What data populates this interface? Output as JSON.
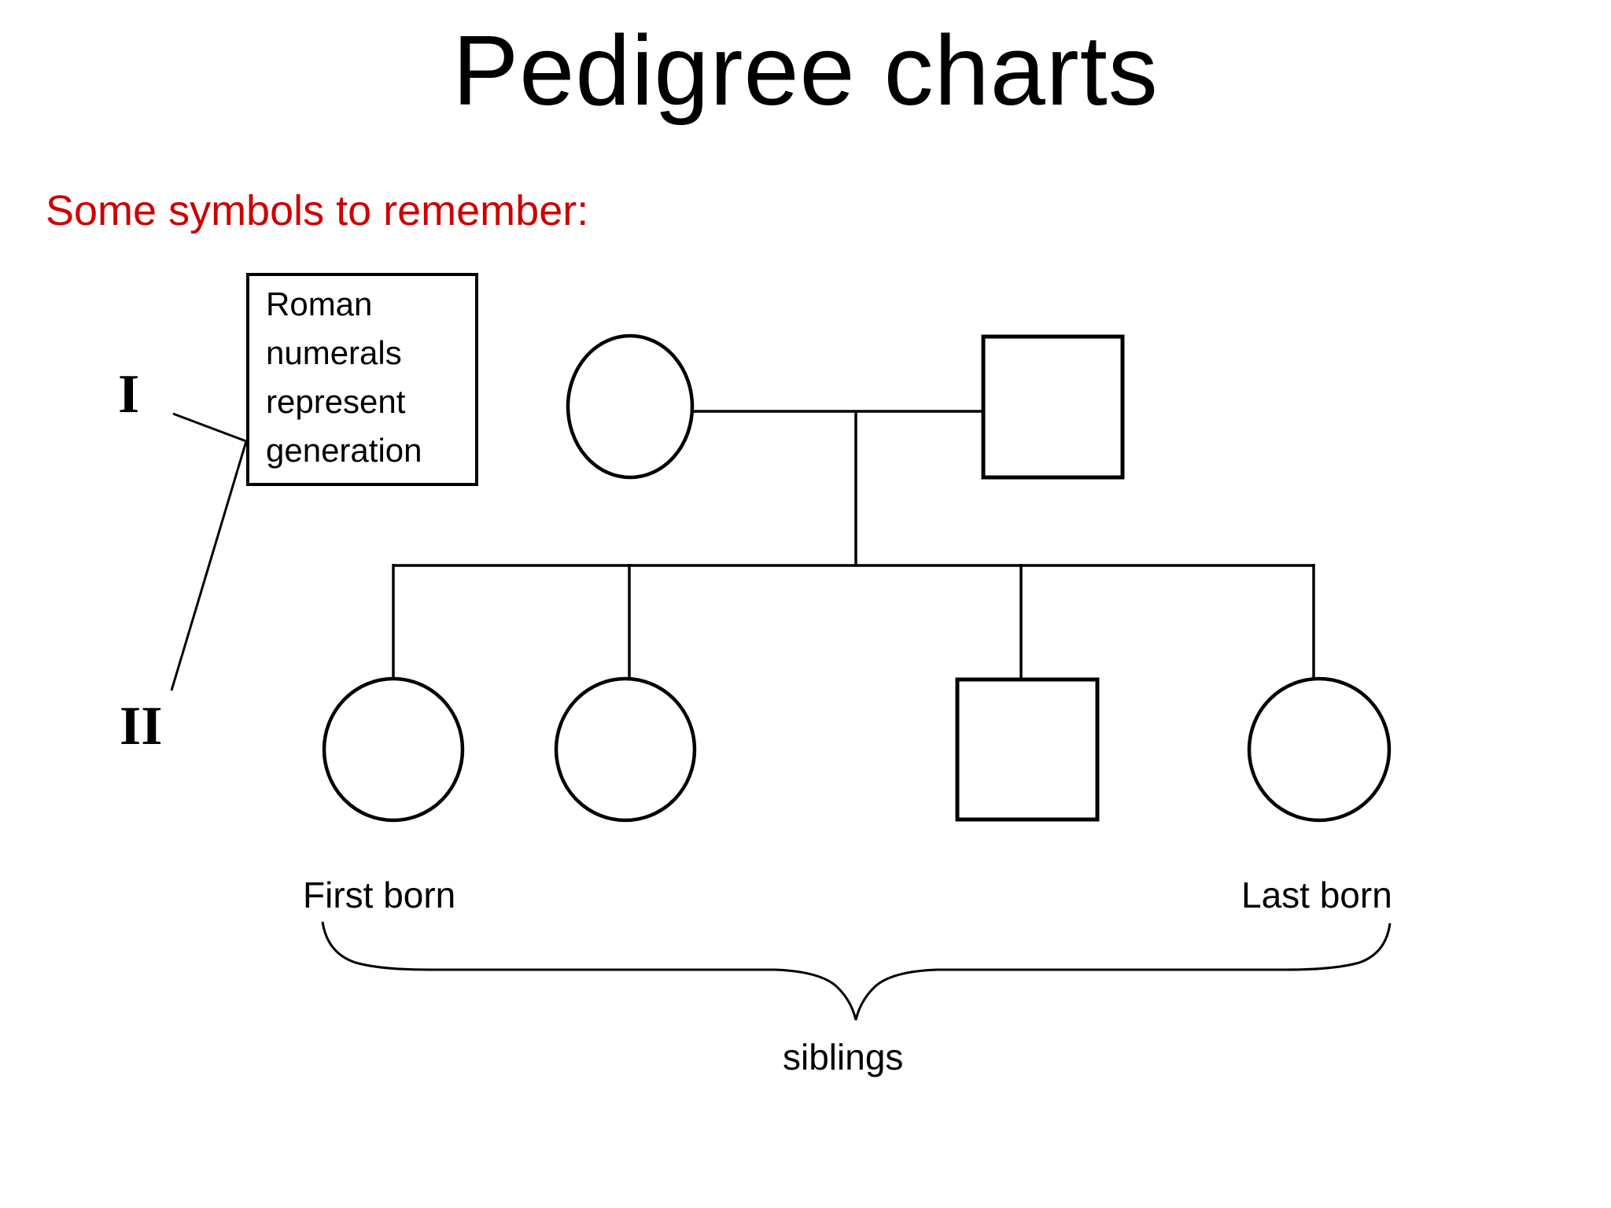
{
  "slide": {
    "title": "Pedigree charts",
    "subtitle": "Some symbols to remember:",
    "colors": {
      "background": "#FFFFFF",
      "ink": "#000000",
      "subtitle_red": "#CC0000"
    }
  },
  "legend_box": {
    "lines": [
      "Roman",
      "numerals",
      "represent",
      "generation"
    ]
  },
  "generation_labels": {
    "gen1": "I",
    "gen2": "II"
  },
  "pedigree": {
    "generation1": [
      {
        "symbol": "circle-female",
        "position": "left"
      },
      {
        "symbol": "square-male",
        "position": "right"
      }
    ],
    "generation2": [
      {
        "symbol": "circle-female",
        "order": 1
      },
      {
        "symbol": "circle-female",
        "order": 2
      },
      {
        "symbol": "square-male",
        "order": 3
      },
      {
        "symbol": "circle-female",
        "order": 4
      }
    ]
  },
  "annotations": {
    "first_born": "First born",
    "last_born": "Last born",
    "siblings": "siblings"
  }
}
